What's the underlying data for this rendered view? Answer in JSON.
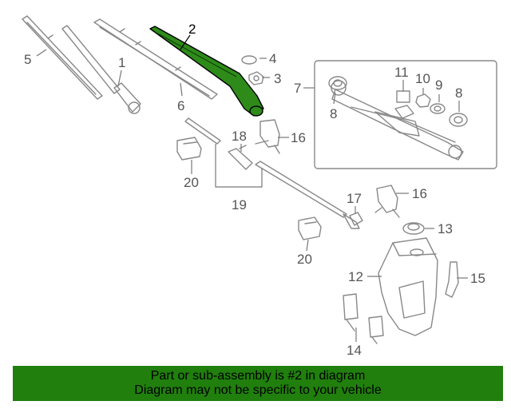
{
  "diagram": {
    "highlight_color": "#2e8b1a",
    "highlighted_part": "2",
    "callouts": {
      "c1": "1",
      "c2": "2",
      "c3": "3",
      "c4": "4",
      "c5": "5",
      "c6": "6",
      "c7": "7",
      "c8a": "8",
      "c8b": "8",
      "c9": "9",
      "c10": "10",
      "c11": "11",
      "c12": "12",
      "c13": "13",
      "c14": "14",
      "c15": "15",
      "c16a": "16",
      "c16b": "16",
      "c17": "17",
      "c18": "18",
      "c19": "19",
      "c20a": "20",
      "c20b": "20"
    }
  },
  "footer": {
    "line1": "Part or sub-assembly is #2 in diagram",
    "line2": "Diagram may not be specific to your vehicle",
    "background": "#207f0d"
  }
}
